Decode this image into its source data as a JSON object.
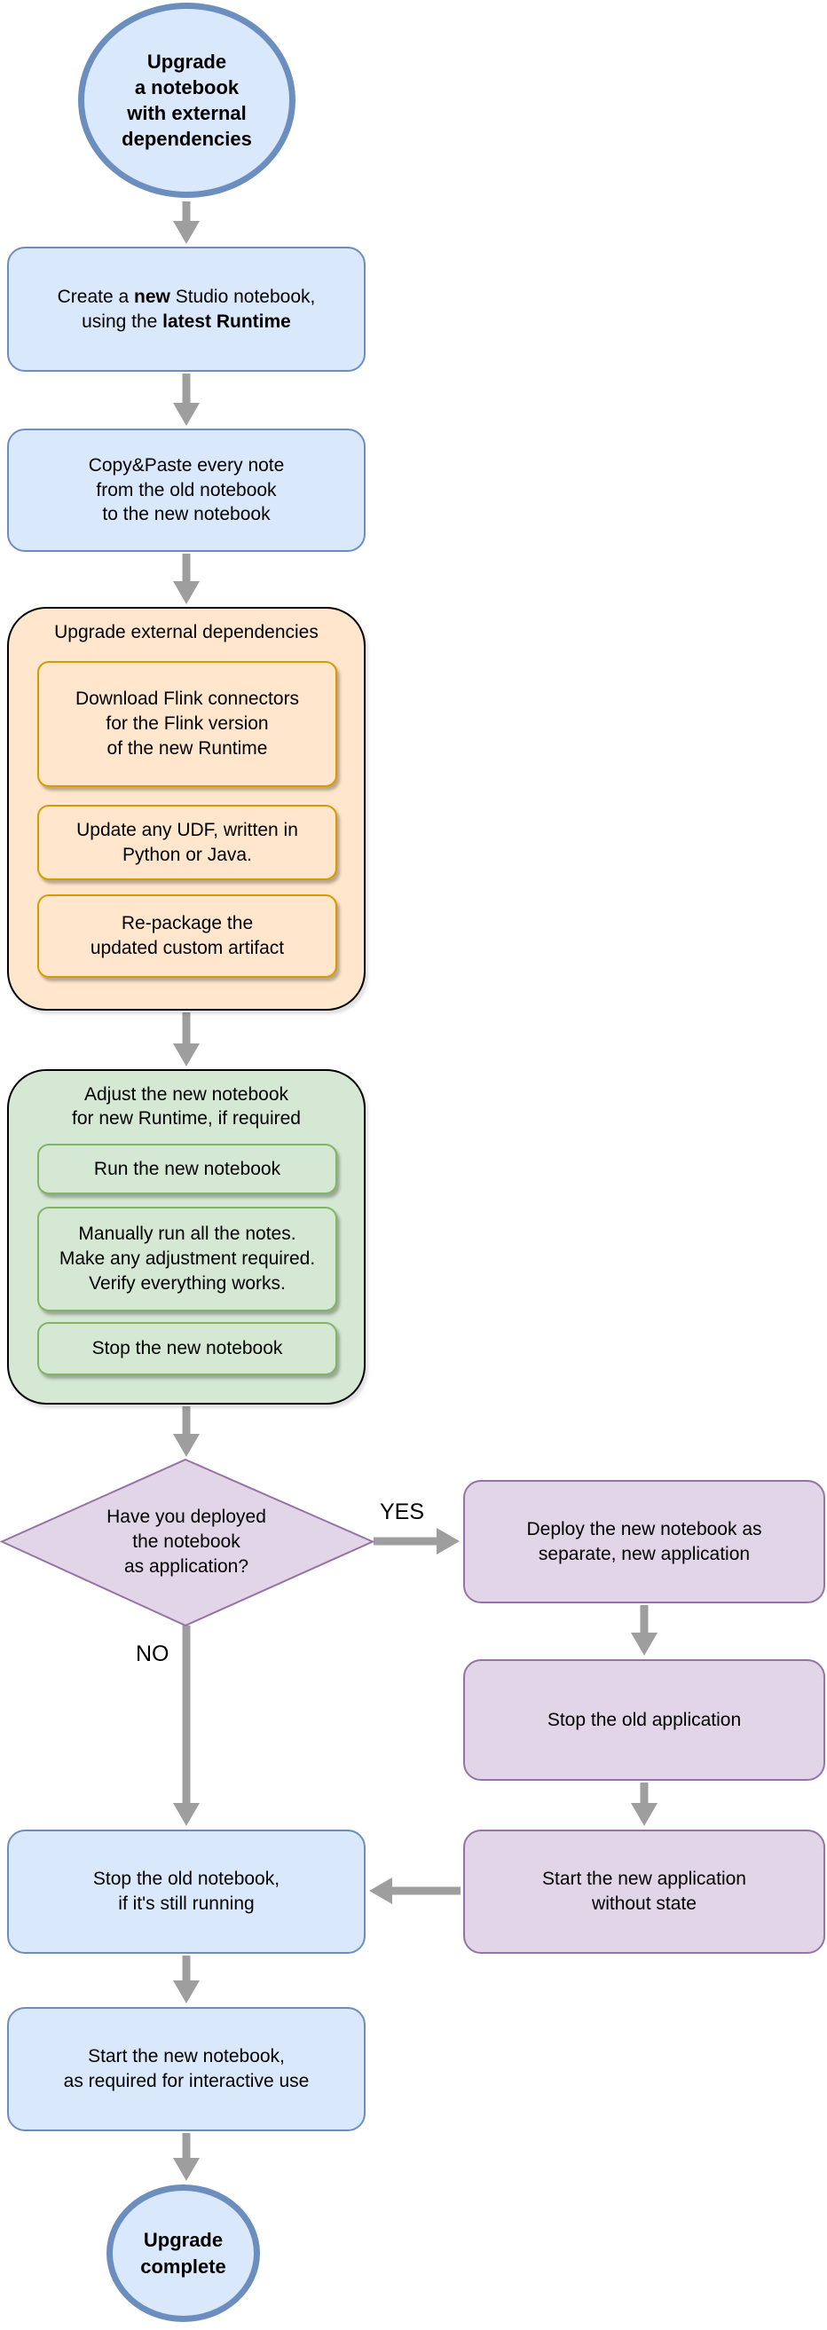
{
  "diagram_title": "Upgrade a notebook with external dependencies",
  "colors": {
    "blue_fill": "#dae8fc",
    "blue_stroke": "#6c8ebf",
    "orange_fill": "#ffe6cc",
    "orange_stroke": "#d79b00",
    "green_fill": "#d5e8d4",
    "green_stroke": "#82b366",
    "purple_fill": "#e1d5e7",
    "purple_stroke": "#9673a6",
    "arrow": "#9e9e9e",
    "text": "#000000"
  },
  "nodes": {
    "start": {
      "label": "Upgrade\na notebook\nwith external\ndependencies"
    },
    "create_notebook": {
      "plain_text": "Create a new Studio notebook, using the latest Runtime",
      "rich_label": [
        {
          "text": "Create a "
        },
        {
          "text": "new",
          "bold": true
        },
        {
          "text": " Studio notebook,\nusing the "
        },
        {
          "text": "latest Runtime",
          "bold": true
        }
      ]
    },
    "copy_paste": {
      "label": "Copy&Paste every note\nfrom the old notebook\nto the new notebook"
    },
    "upgrade_dependencies": {
      "title": "Upgrade external dependencies",
      "steps": [
        {
          "label": "Download Flink connectors\nfor the Flink version\nof the new Runtime"
        },
        {
          "label": "Update any UDF, written in\nPython or Java."
        },
        {
          "label": "Re-package the\nupdated custom artifact"
        }
      ]
    },
    "adjust_notebook": {
      "title": "Adjust the new notebook\nfor new Runtime, if required",
      "steps": [
        {
          "label": "Run the new notebook"
        },
        {
          "label": "Manually run all the notes.\nMake any adjustment required.\nVerify everything works."
        },
        {
          "label": "Stop the new notebook"
        }
      ]
    },
    "decision": {
      "label": "Have you deployed\nthe notebook\nas application?",
      "yes_label": "YES",
      "no_label": "NO"
    },
    "deploy_application": {
      "label": "Deploy the new notebook as\nseparate, new application"
    },
    "stop_old_application": {
      "label": "Stop the old application"
    },
    "start_new_application": {
      "label": "Start the new application\nwithout state"
    },
    "stop_old_notebook": {
      "label": "Stop the old notebook,\nif it's still running"
    },
    "start_new_notebook": {
      "label": "Start the new notebook,\nas required for interactive use"
    },
    "end": {
      "label": "Upgrade\ncomplete"
    }
  }
}
